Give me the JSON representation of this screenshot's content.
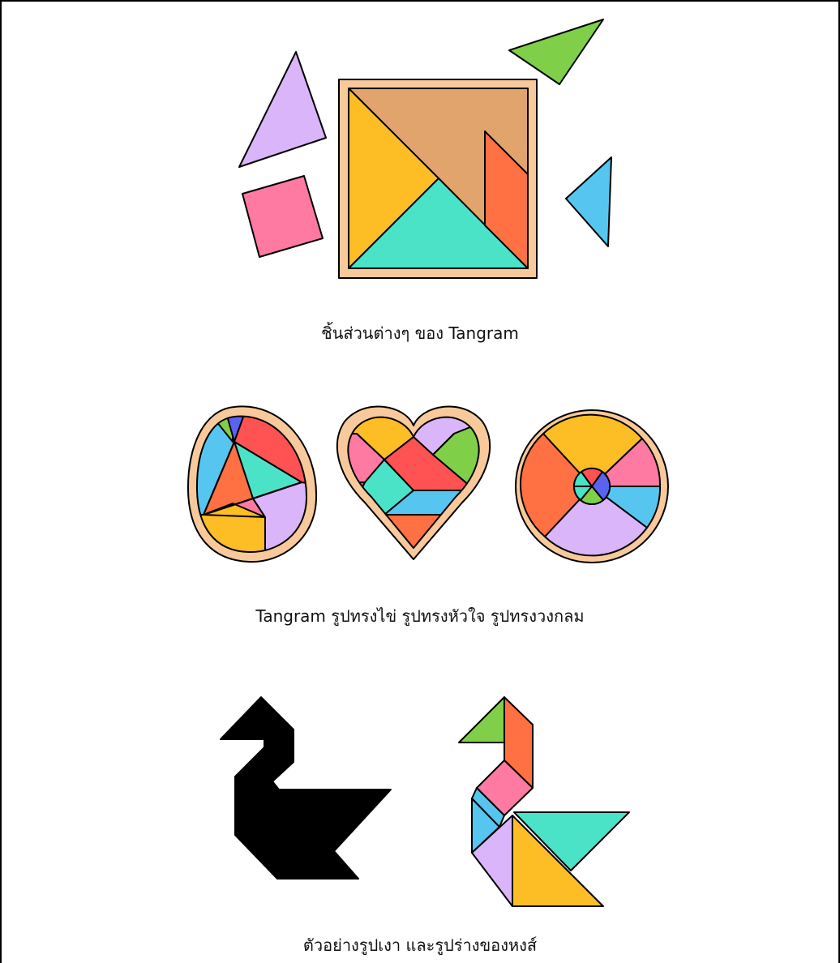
{
  "captions": {
    "pieces": "ชิ้นส่วนต่างๆ ของ Tangram",
    "shapes": "Tangram รูปทรงไข่ รูปทรงหัวใจ รูปทรงวงกลม",
    "swan": "ตัวอย่างรูปเงา และรูปร่างของหงส์"
  },
  "colors": {
    "frame": "#F8C99B",
    "yellow": "#FCBD25",
    "brown": "#E0A46C",
    "teal": "#4BE3C8",
    "orange": "#FF7043",
    "purple": "#DBB5F9",
    "pink": "#FF7AA2",
    "green": "#80CF48",
    "blue": "#56C6F0",
    "red": "#FF5252",
    "indigo": "#5A63F0",
    "black": "#000000"
  },
  "icons": [
    "tangram-square-icon",
    "egg-tangram-icon",
    "heart-tangram-icon",
    "circle-tangram-icon",
    "swan-silhouette-icon",
    "swan-tangram-icon"
  ]
}
